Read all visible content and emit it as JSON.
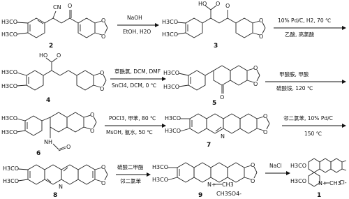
{
  "compounds": [
    {
      "id": "2",
      "label": "2"
    },
    {
      "id": "3",
      "label": "3"
    },
    {
      "id": "4",
      "label": "4"
    },
    {
      "id": "5",
      "label": "5"
    },
    {
      "id": "6",
      "label": "6"
    },
    {
      "id": "7",
      "label": "7"
    },
    {
      "id": "8",
      "label": "8"
    },
    {
      "id": "9",
      "label": "9"
    },
    {
      "id": "1",
      "label": "1"
    }
  ],
  "groups": {
    "ome": "H3CO",
    "ome_alt": "H3CO",
    "cn": "CN",
    "ho": "HO",
    "o": "O",
    "n": "N",
    "nplus": "N+",
    "ch3": "CH3",
    "ch3so4": "CH3SO4-",
    "cl": "Cl-",
    "nh": "NH",
    "cho": "O"
  },
  "steps": [
    {
      "id": "s1",
      "above": "NaOH",
      "below": "EtOH, H2O"
    },
    {
      "id": "s2",
      "above": "10% Pd/C, H2, 70 ℃",
      "below": "乙酸, 高氯酸"
    },
    {
      "id": "s3",
      "above": "草酰氯, DCM, DMF",
      "below": "SnCl4, DCM, 0 ℃"
    },
    {
      "id": "s4",
      "above": "甲酸胺, 甲酸",
      "below": "硫酸铵, 120 ℃"
    },
    {
      "id": "s5",
      "above": "POCl3, 甲苯, 80 ℃",
      "below": "MsOH, 氨水, 50 ℃"
    },
    {
      "id": "s6",
      "above": "邻二氯苯, 10% Pd/C",
      "below": "150 ℃"
    },
    {
      "id": "s7",
      "above": "硫酸二甲酯",
      "below": "邻二氯苯"
    },
    {
      "id": "s8",
      "above": "NaCl",
      "below": ""
    }
  ]
}
